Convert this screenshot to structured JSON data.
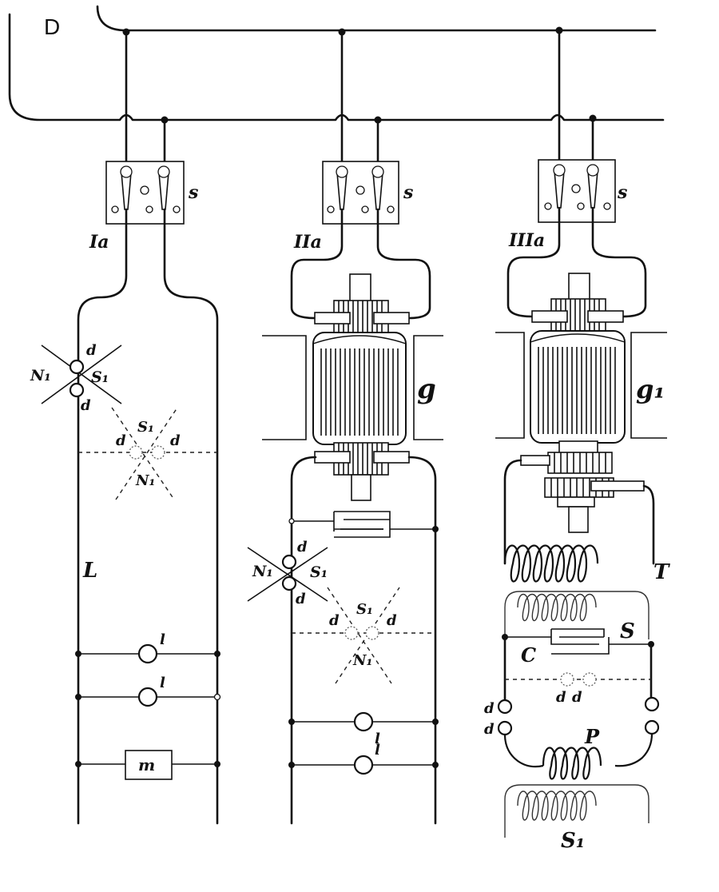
{
  "corner_label": "D",
  "circuit_1": {
    "switch_label": "s",
    "name": "Ia",
    "pole_north": "N₁",
    "pole_south": "S₁",
    "pole_north_lower": "N₁",
    "pole_south_lower": "S₁",
    "spark_label": "d",
    "line_label": "L",
    "lamp_label": "l",
    "meter_label": "m"
  },
  "circuit_2": {
    "switch_label": "s",
    "name": "IIa",
    "generator_label": "g",
    "pole_north": "N₁",
    "pole_south": "S₁",
    "pole_north_lower": "N₁",
    "pole_south_lower": "S₁",
    "spark_label": "d",
    "lamp_label": "l"
  },
  "circuit_3": {
    "switch_label": "s",
    "name": "IIIa",
    "generator_label": "g₁",
    "transformer_label": "T",
    "secondary_label": "S",
    "condenser_label": "C",
    "spark_label": "d",
    "primary_label": "P",
    "secondary_lower_label": "S₁"
  }
}
